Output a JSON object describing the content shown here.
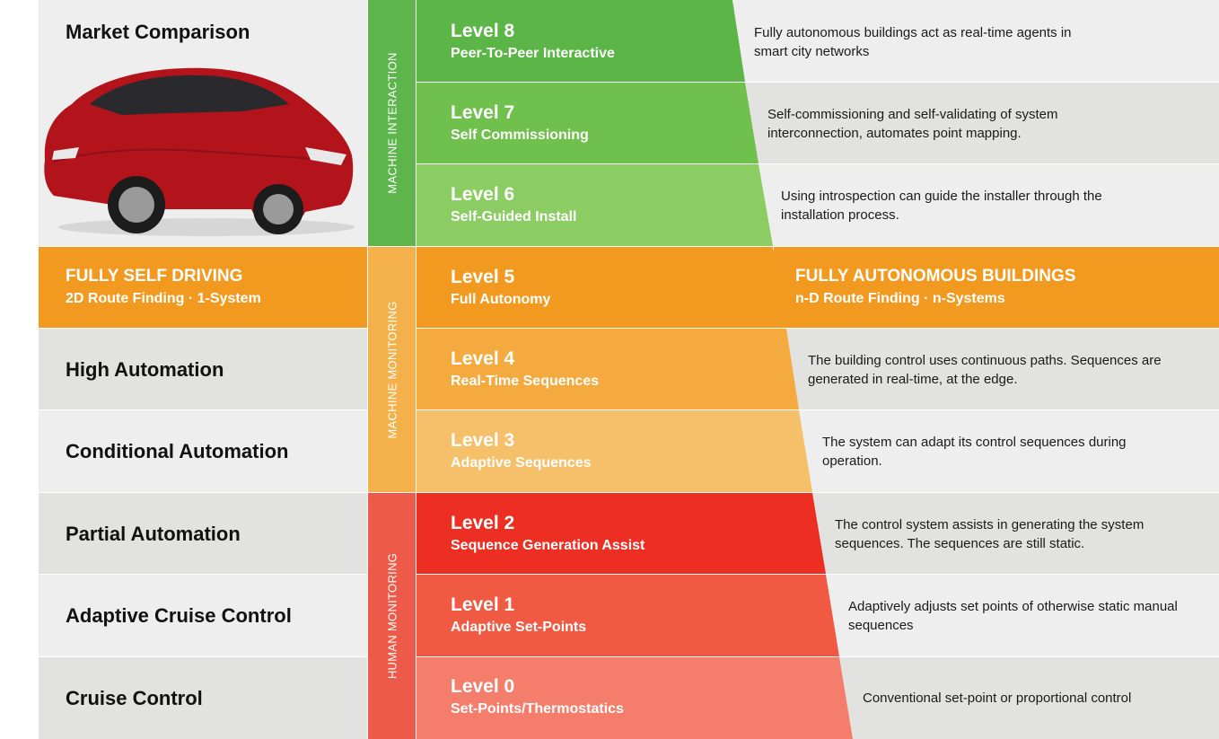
{
  "left": {
    "header": "Market Comparison",
    "highlight": {
      "title": "FULLY SELF DRIVING",
      "subtitle": "2D Route Finding · 1-System"
    },
    "rows": [
      "High Automation",
      "Conditional Automation",
      "Partial Automation",
      "Adaptive Cruise Control",
      "Cruise Control"
    ]
  },
  "groups": [
    {
      "label": "MACHINE INTERACTION",
      "color": "#5db54b"
    },
    {
      "label": "MACHINE MONITORING",
      "color": "#f4b04a"
    },
    {
      "label": "HUMAN MONITORING",
      "color": "#ee5a4a"
    }
  ],
  "levels": [
    {
      "title": "Level 8",
      "subtitle": "Peer-To-Peer Interactive",
      "color": "#5bb647",
      "description": "Fully autonomous buildings act as real-time agents in smart city networks"
    },
    {
      "title": "Level 7",
      "subtitle": "Self Commissioning",
      "color": "#6fc04c",
      "description": "Self-commissioning and self-validating of system interconnection, automates point mapping."
    },
    {
      "title": "Level 6",
      "subtitle": "Self-Guided Install",
      "color": "#8bcd63",
      "description": "Using introspection can guide the installer through the installation process."
    },
    {
      "title": "Level 5",
      "subtitle": "Full Autonomy",
      "color": "#f29a1f",
      "description": ""
    },
    {
      "title": "Level 4",
      "subtitle": "Real-Time Sequences",
      "color": "#f4aa3e",
      "description": "The building control uses continuous paths. Sequences are generated in real-time, at the edge."
    },
    {
      "title": "Level 3",
      "subtitle": "Adaptive Sequences",
      "color": "#f6bf69",
      "description": "The system can adapt its control sequences during operation."
    },
    {
      "title": "Level 2",
      "subtitle": "Sequence Generation Assist",
      "color": "#ec2e23",
      "description": "The control system assists in generating the system sequences. The sequences are still static."
    },
    {
      "title": "Level 1",
      "subtitle": "Adaptive Set-Points",
      "color": "#f05a43",
      "description": "Adaptively adjusts set points of otherwise static manual sequences"
    },
    {
      "title": "Level 0",
      "subtitle": "Set-Points/Thermostatics",
      "color": "#f47e6b",
      "description": "Conventional set-point or proportional control"
    }
  ],
  "right_highlight": {
    "title": "FULLY AUTONOMOUS BUILDINGS",
    "subtitle": "n-D Route Finding · n-Systems"
  },
  "colors": {
    "light_gray": "#efeeee",
    "dark_gray": "#e2e2e1",
    "highlight_orange": "#f29a1f"
  }
}
